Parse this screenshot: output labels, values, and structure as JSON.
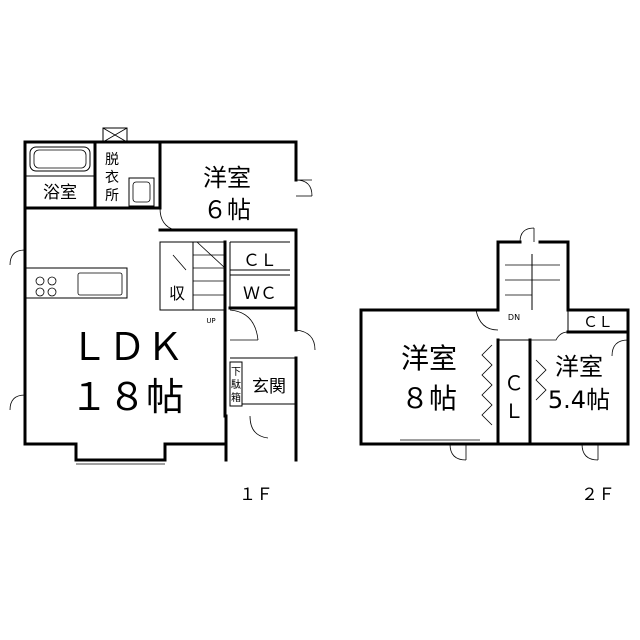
{
  "floor1": {
    "label": "１Ｆ",
    "rooms": {
      "bath": "浴室",
      "dressing": [
        "脱",
        "衣",
        "所"
      ],
      "western_name": "洋室",
      "western_size": "６帖",
      "closet": "ＣＬ",
      "storage": "収",
      "toilet": "ＷＣ",
      "ldk_name": "ＬＤＫ",
      "ldk_size": "１８帖",
      "shoebox": [
        "下",
        "駄",
        "箱"
      ],
      "entrance": "玄関"
    },
    "stair_mark": "UP"
  },
  "floor2": {
    "label": "２Ｆ",
    "rooms": {
      "closet_top": "ＣＬ",
      "closet_mid": [
        "Ｃ",
        "Ｌ"
      ],
      "western8_name": "洋室",
      "western8_size": "８帖",
      "western54_name": "洋室",
      "western54_size": "5.4帖"
    },
    "stair_mark": "DN"
  }
}
